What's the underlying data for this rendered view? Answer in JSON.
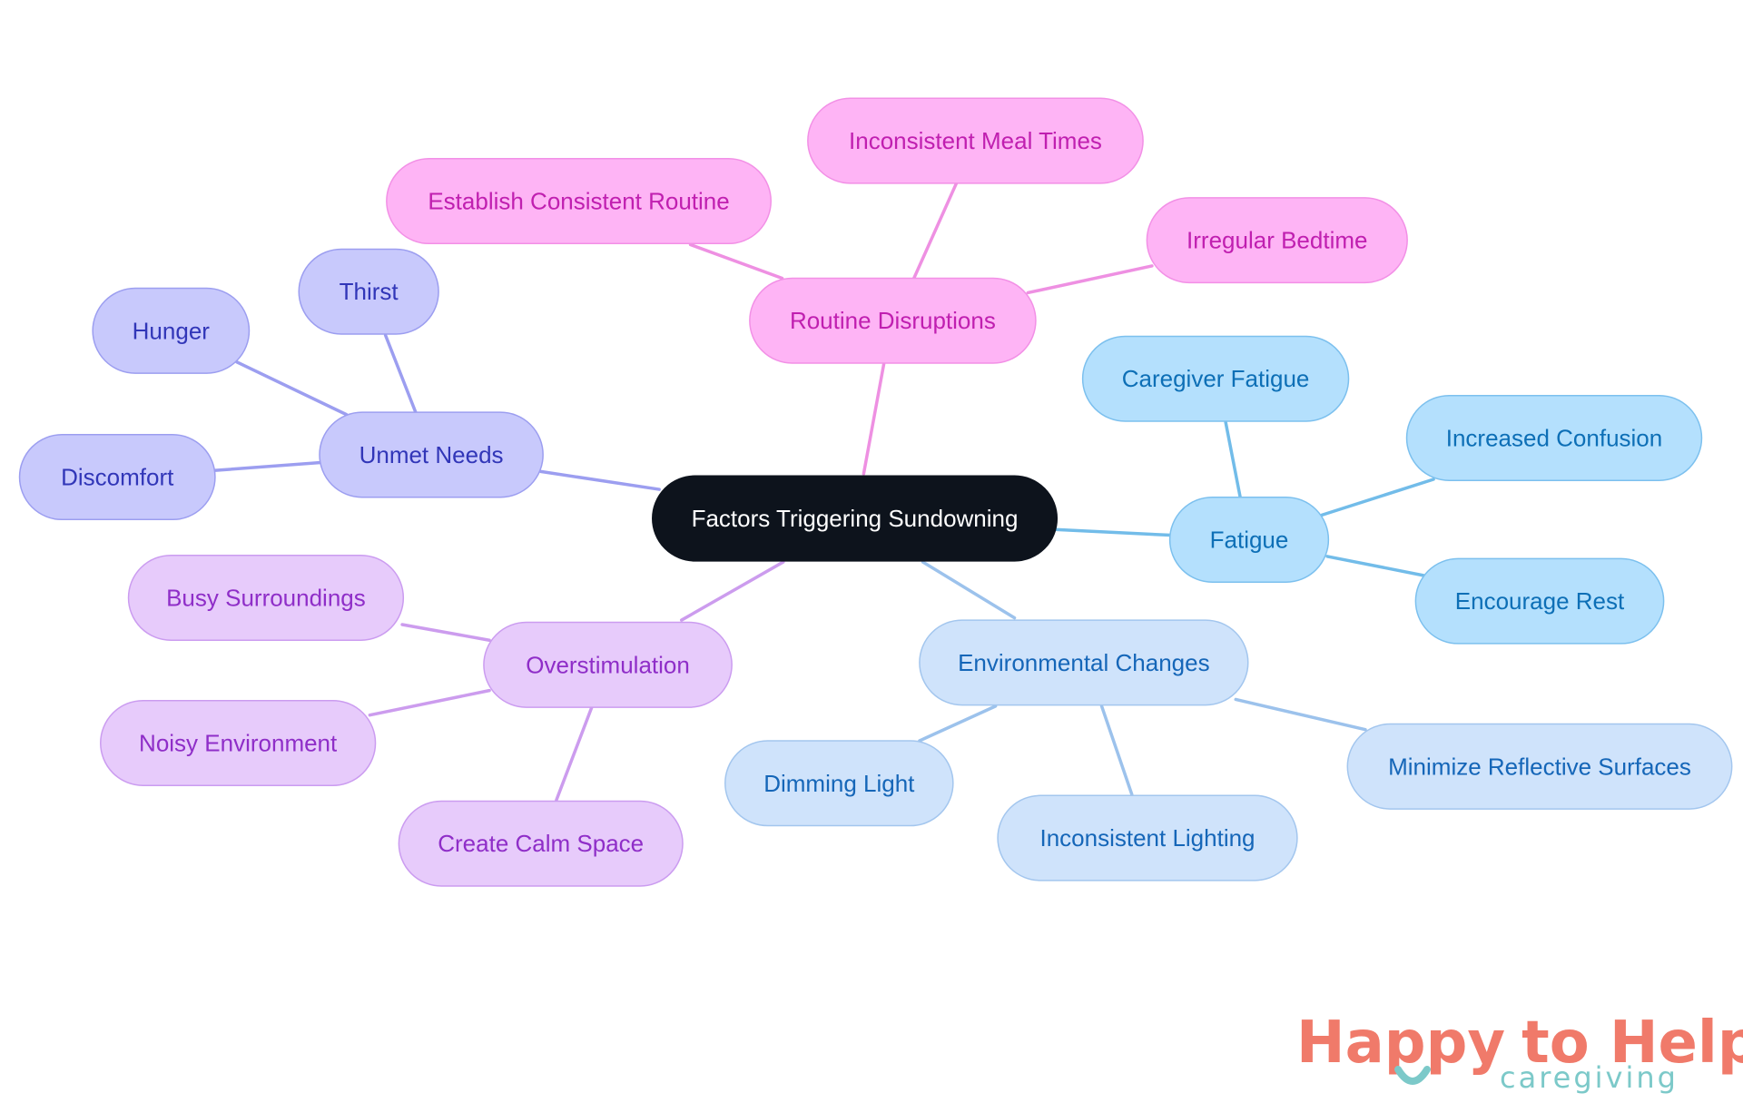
{
  "diagram": {
    "root": {
      "id": "root",
      "label": "Factors Triggering Sundowning",
      "fill": "#0d131c",
      "stroke": "#0d131c",
      "text_color": "#ffffff"
    },
    "branches": [
      {
        "id": "unmet-needs",
        "label": "Unmet Needs",
        "colors": {
          "fill": "#c8c9fc",
          "stroke": "#9c9ef0",
          "text": "#3136b8",
          "edge": "#9c9ef0"
        },
        "children": [
          {
            "id": "hunger",
            "label": "Hunger"
          },
          {
            "id": "thirst",
            "label": "Thirst"
          },
          {
            "id": "discomfort",
            "label": "Discomfort"
          }
        ]
      },
      {
        "id": "routine-disruptions",
        "label": "Routine Disruptions",
        "colors": {
          "fill": "#feb4f5",
          "stroke": "#f290e6",
          "text": "#c01fb0",
          "edge": "#ee90e2"
        },
        "children": [
          {
            "id": "establish-consistent-routine",
            "label": "Establish Consistent Routine"
          },
          {
            "id": "inconsistent-meal-times",
            "label": "Inconsistent Meal Times"
          },
          {
            "id": "irregular-bedtime",
            "label": "Irregular Bedtime"
          }
        ]
      },
      {
        "id": "fatigue",
        "label": "Fatigue",
        "colors": {
          "fill": "#b4e0fd",
          "stroke": "#7cc0ee",
          "text": "#0d6fb6",
          "edge": "#72bce9"
        },
        "children": [
          {
            "id": "caregiver-fatigue",
            "label": "Caregiver Fatigue"
          },
          {
            "id": "increased-confusion",
            "label": "Increased Confusion"
          },
          {
            "id": "encourage-rest",
            "label": "Encourage Rest"
          }
        ]
      },
      {
        "id": "environmental-changes",
        "label": "Environmental Changes",
        "colors": {
          "fill": "#cfe3fb",
          "stroke": "#a3c6ee",
          "text": "#1566b8",
          "edge": "#9cc2ec"
        },
        "children": [
          {
            "id": "dimming-light",
            "label": "Dimming Light"
          },
          {
            "id": "inconsistent-lighting",
            "label": "Inconsistent Lighting"
          },
          {
            "id": "minimize-reflective-surfaces",
            "label": "Minimize Reflective Surfaces"
          }
        ]
      },
      {
        "id": "overstimulation",
        "label": "Overstimulation",
        "colors": {
          "fill": "#e7cbfb",
          "stroke": "#cb9cf0",
          "text": "#8f2ec8",
          "edge": "#cc9cee"
        },
        "children": [
          {
            "id": "busy-surroundings",
            "label": "Busy Surroundings"
          },
          {
            "id": "noisy-environment",
            "label": "Noisy Environment"
          },
          {
            "id": "create-calm-space",
            "label": "Create Calm Space"
          }
        ]
      }
    ]
  },
  "logo": {
    "part1": "Happy",
    "part2": "to Help",
    "subtitle": "caregiving",
    "color_primary": "#f07a6a",
    "color_secondary": "#7cc9c9"
  }
}
